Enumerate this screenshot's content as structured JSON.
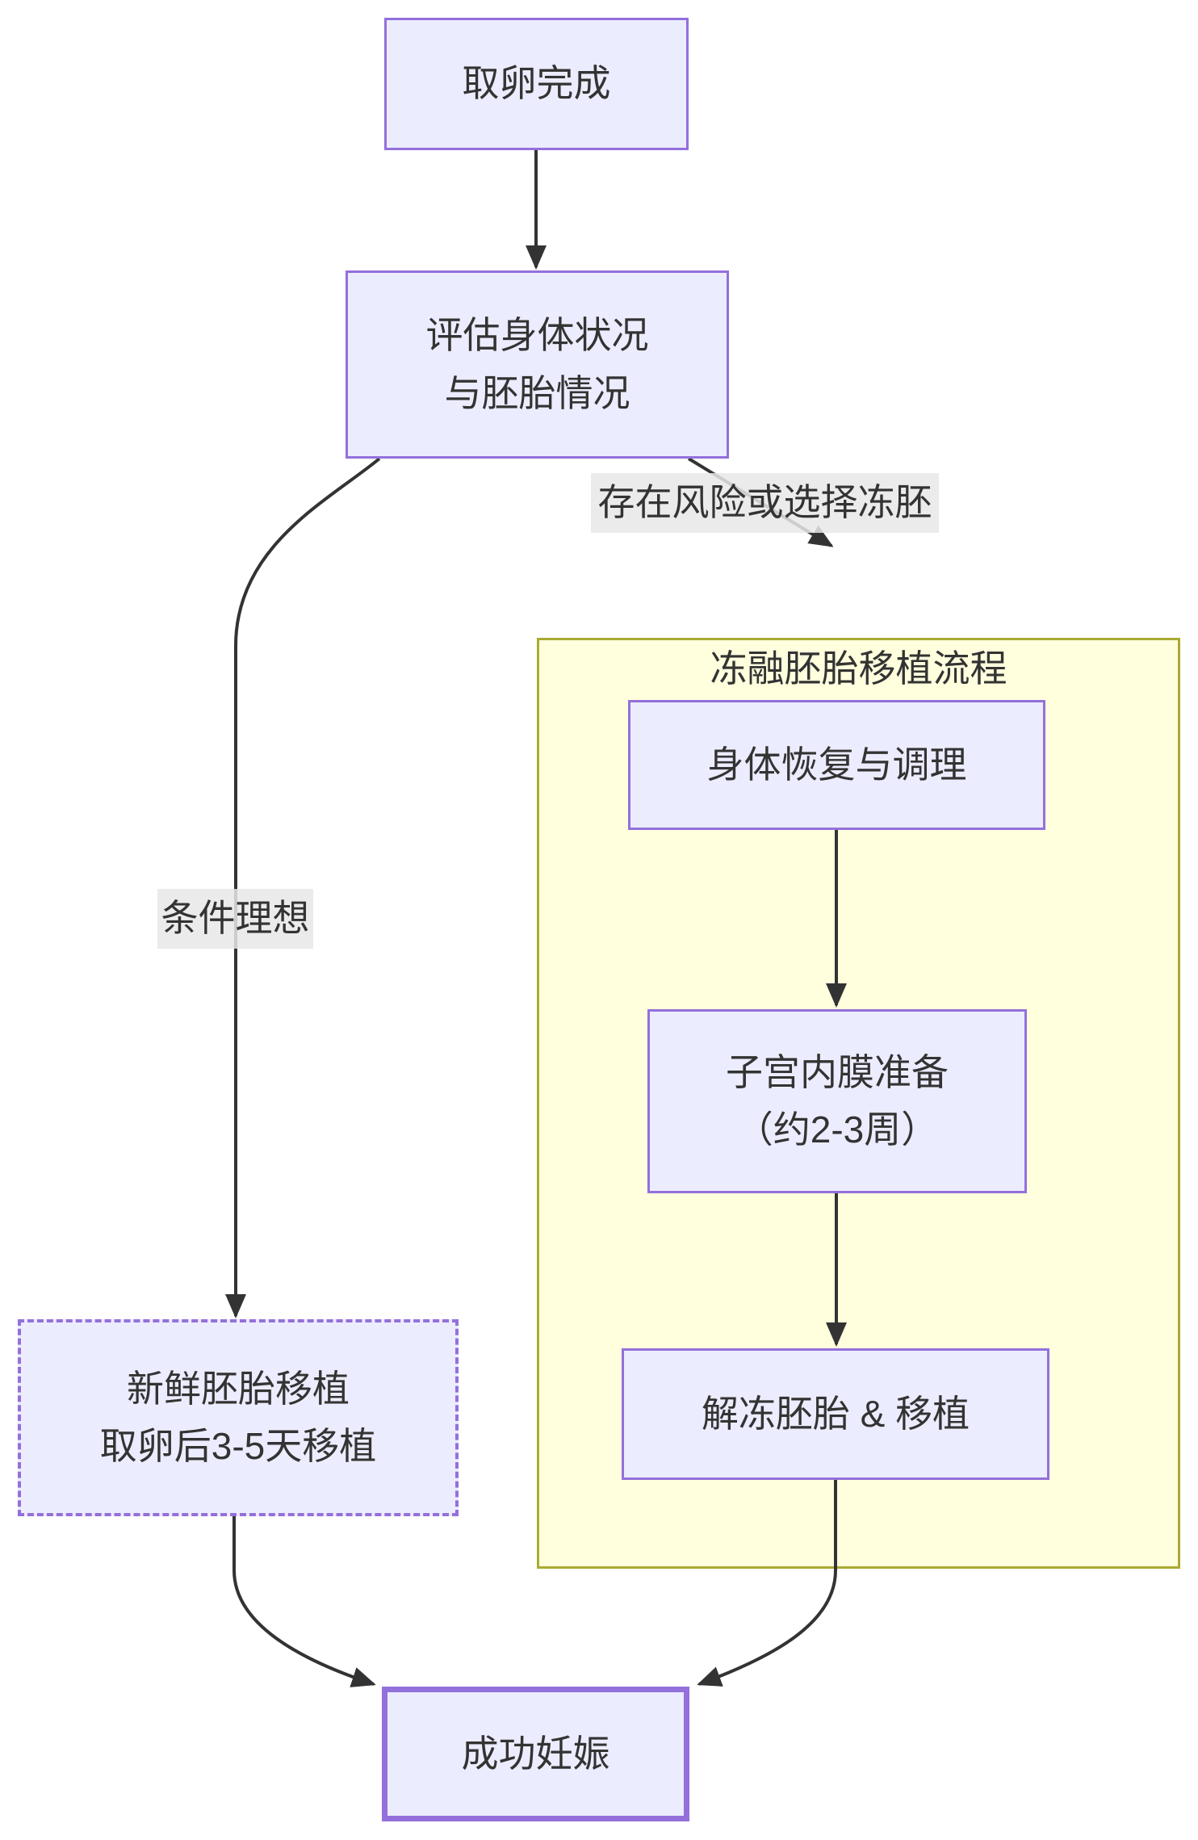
{
  "diagram": {
    "type": "flowchart",
    "colors": {
      "node_fill": "#ECECFF",
      "node_border": "#9370DB",
      "cluster_fill": "#FFFFDE",
      "cluster_border": "#AAAA33",
      "edge": "#333333",
      "edge_label_bg": "#E8E8E8",
      "text": "#333333"
    },
    "nodes": {
      "egg_retrieval_done": {
        "label": "取卵完成"
      },
      "evaluate_condition": {
        "label": "评估身体状况\n与胚胎情况"
      },
      "body_recovery": {
        "label": "身体恢复与调理"
      },
      "endometrium_prep": {
        "label": "子宫内膜准备\n（约2-3周）"
      },
      "thaw_and_transfer": {
        "label": "解冻胚胎 & 移植"
      },
      "fresh_transfer": {
        "label": "新鲜胚胎移植\n取卵后3-5天移植"
      },
      "successful_pregnancy": {
        "label": "成功妊娠"
      }
    },
    "cluster": {
      "title": "冻融胚胎移植流程"
    },
    "edge_labels": {
      "ideal_condition": "条件理想",
      "risk_or_frozen": "存在风险或选择冻胚"
    }
  }
}
